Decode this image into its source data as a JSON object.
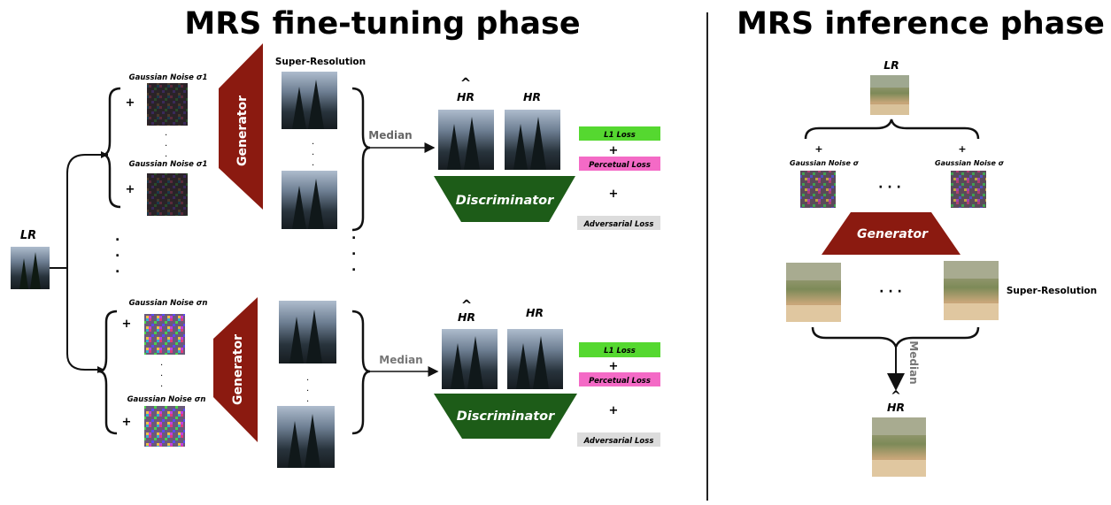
{
  "left_title": "MRS fine-tuning phase",
  "right_title": "MRS inference phase",
  "lr_label": "LR",
  "hr_label": "HR",
  "hr_hat_label": "HR",
  "hat_symbol": "^",
  "noise_sigma1": "Gaussian Noise σ1",
  "noise_sigman": "Gaussian Noise σn",
  "noise_sigma": "Gaussian Noise σ",
  "super_resolution": "Super-Resolution",
  "generator": "Generator",
  "discriminator": "Discriminator",
  "median": "Median",
  "plus": "+",
  "ellipsis": "· · ·",
  "l1_loss": "L1 Loss",
  "perceptual_loss": "Percetual Loss",
  "adversarial_loss": "Adversarial Loss",
  "colors": {
    "generator_fill": "#8b1a10",
    "discriminator_fill": "#1d5c18",
    "l1_fill": "#55d830",
    "perceptual_fill": "#f46ac6",
    "adversarial_fill": "#dcdcdc"
  }
}
